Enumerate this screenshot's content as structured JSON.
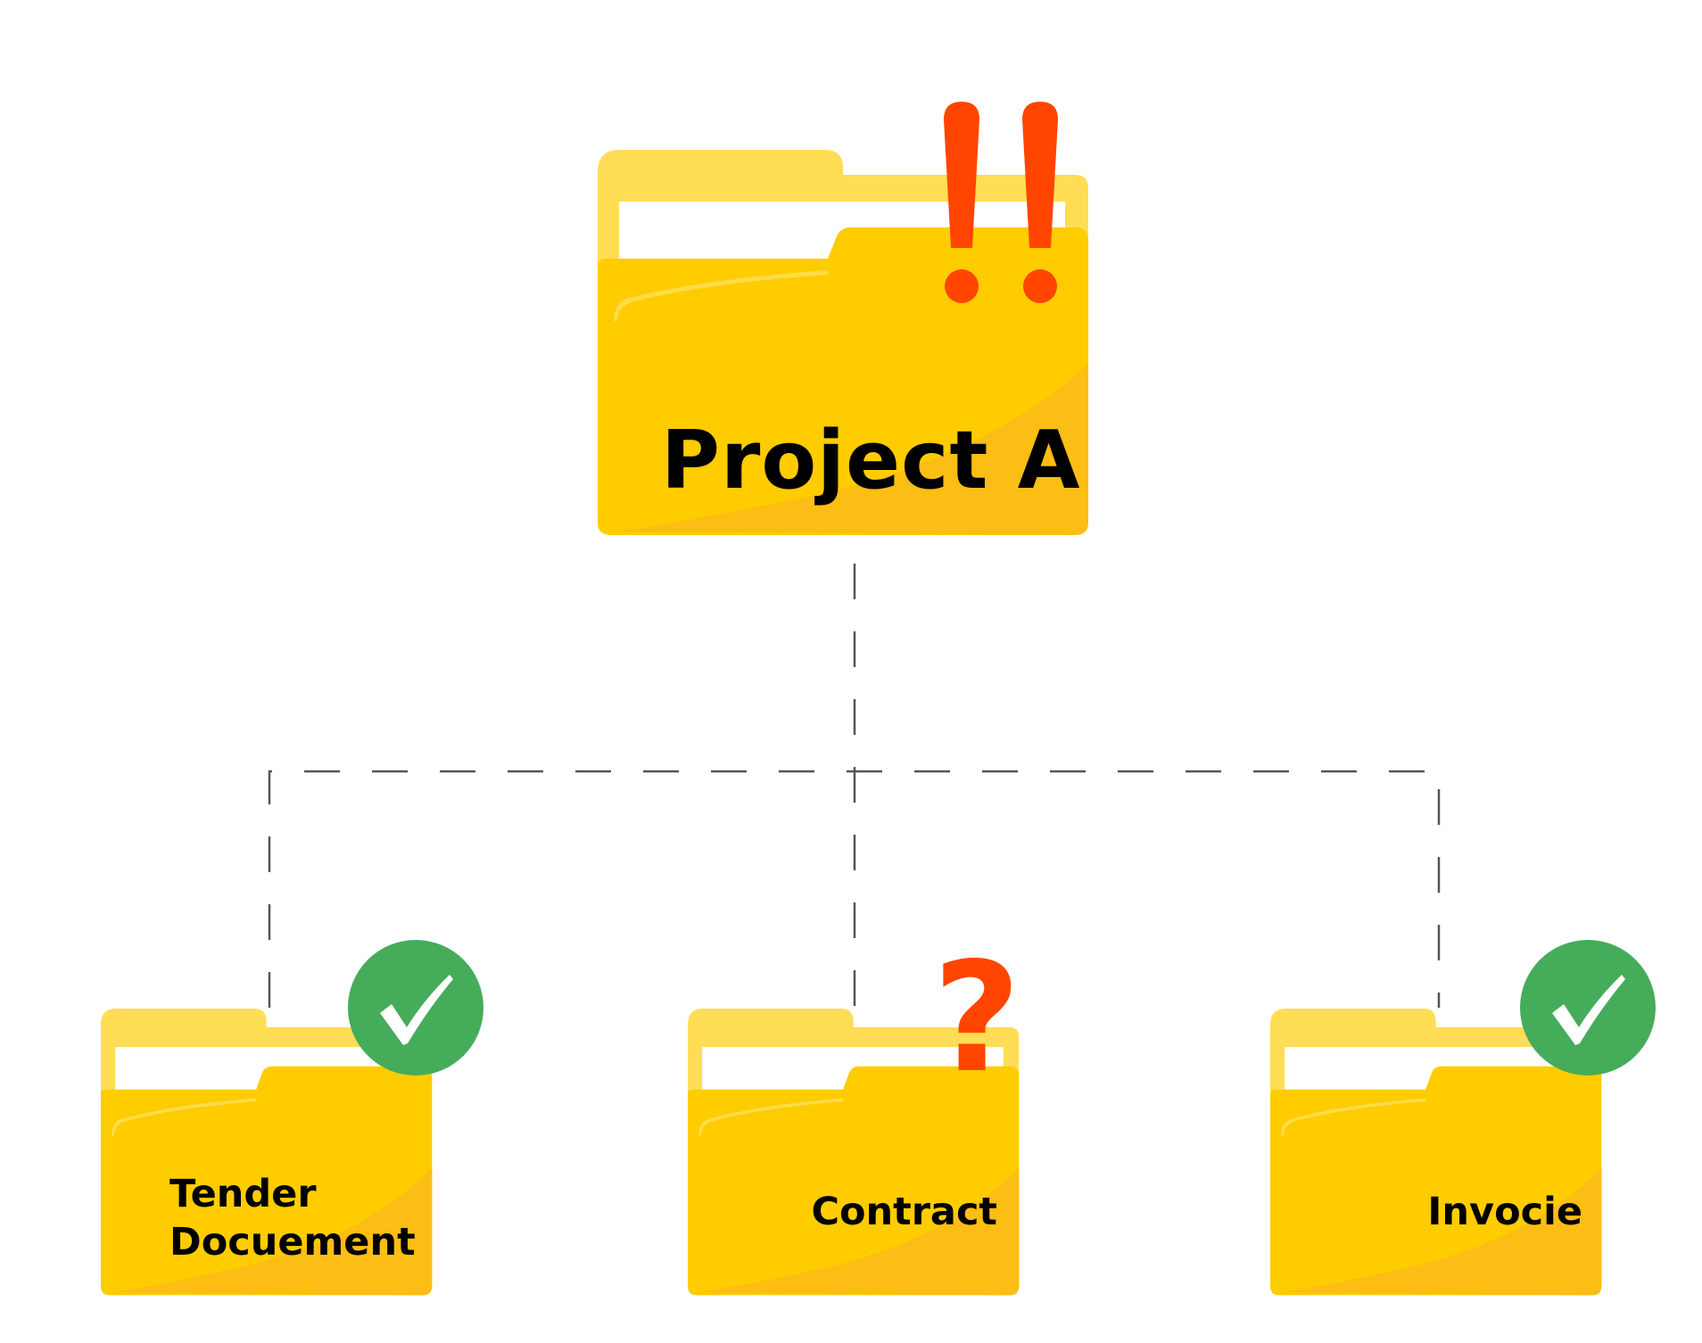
{
  "diagram": {
    "root": {
      "label": "Project A",
      "status": "urgent",
      "status_icon": "double-exclamation-icon"
    },
    "children": [
      {
        "label_line1": "Tender",
        "label_line2": "Docuement",
        "status": "done",
        "status_icon": "check-circle-icon"
      },
      {
        "label": "Contract",
        "status": "unknown",
        "status_icon": "question-mark-icon"
      },
      {
        "label": "Invocie",
        "status": "done",
        "status_icon": "check-circle-icon"
      }
    ],
    "connector_style": "dashed"
  },
  "colors": {
    "folder_front": "#FFCC00",
    "folder_back": "#FFDD55",
    "folder_shade": "#FCBD14",
    "paper": "#FFFFFF",
    "alert_red": "#FF4500",
    "check_green": "#45AC59",
    "connector": "#555555"
  }
}
